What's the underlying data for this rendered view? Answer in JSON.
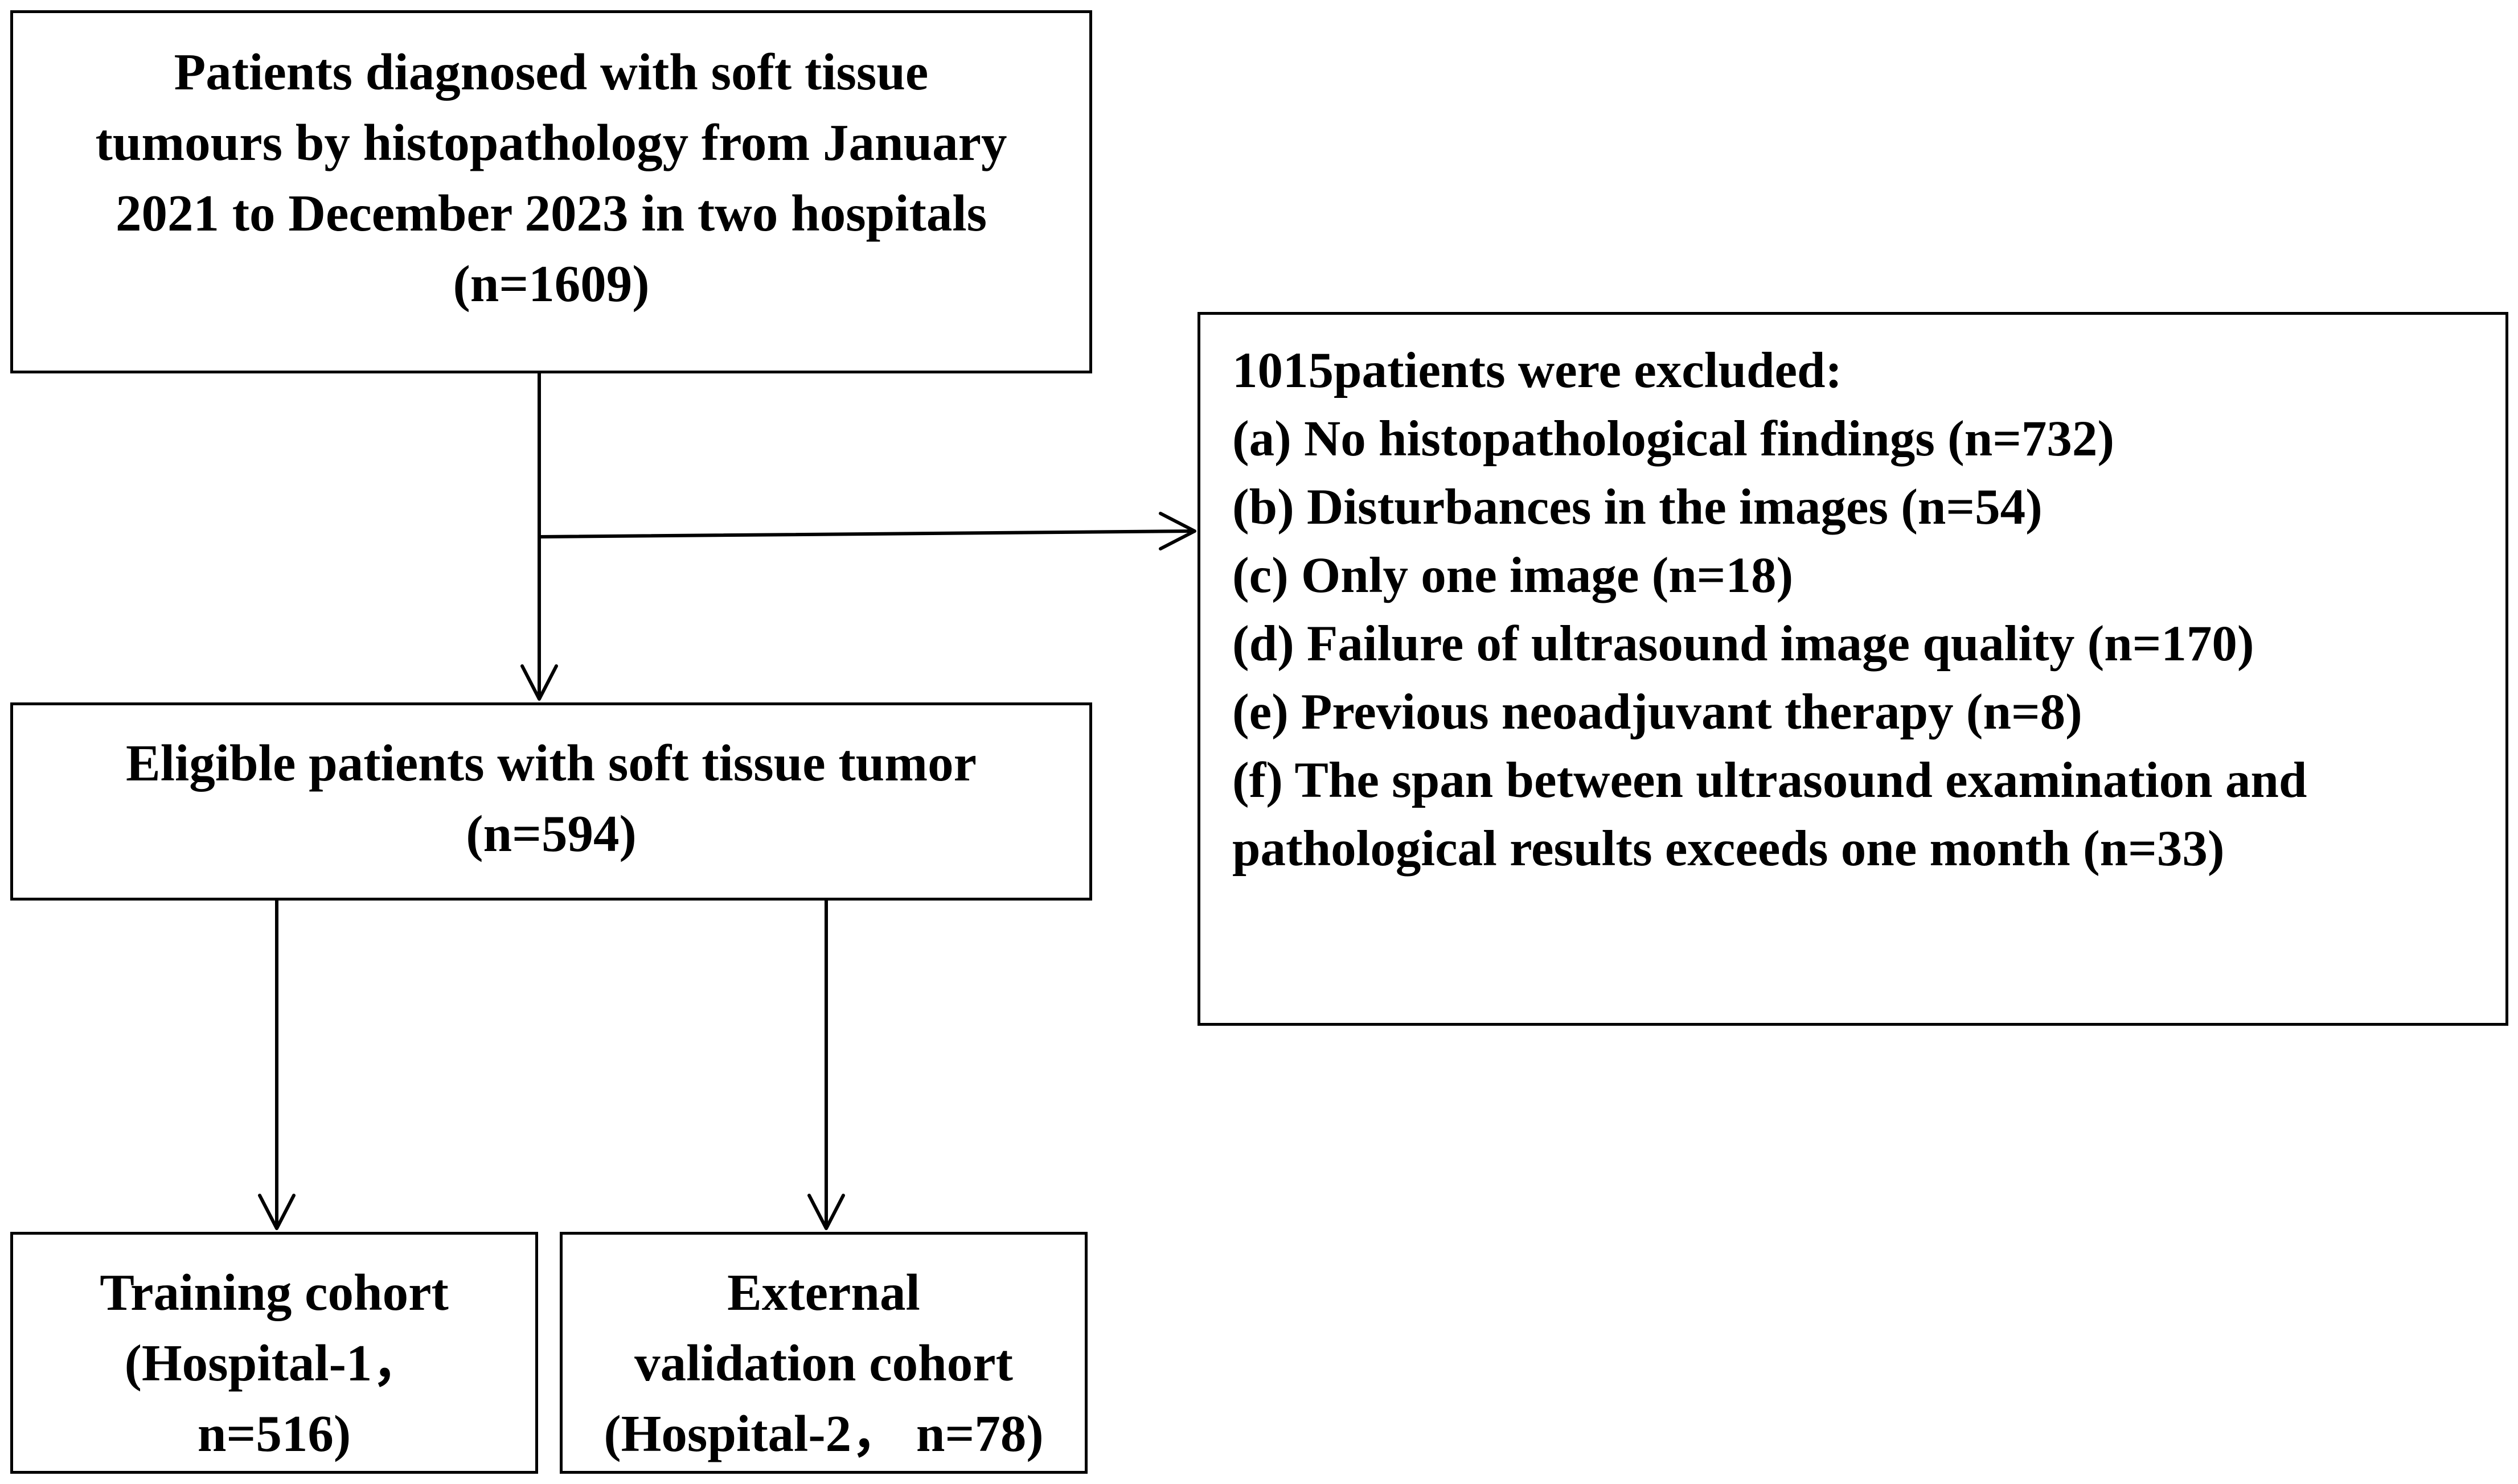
{
  "top_box": {
    "lines": [
      "Patients diagnosed with soft tissue",
      "tumours by histopathology from January",
      "2021 to December 2023 in two hospitals",
      "(n=1609)"
    ]
  },
  "excluded_box": {
    "lines": [
      "1015patients were excluded:",
      "(a) No histopathological findings (n=732)",
      "(b) Disturbances in the images (n=54)",
      "(c) Only one image (n=18)",
      "(d) Failure of ultrasound image quality (n=170)",
      "(e) Previous neoadjuvant therapy (n=8)",
      "(f) The span between ultrasound examination and",
      "pathological results exceeds one month (n=33)"
    ]
  },
  "eligible_box": {
    "lines": [
      "Eligible patients with soft tissue tumor",
      "(n=594)"
    ]
  },
  "training_box": {
    "lines": [
      "Training cohort",
      "(Hospital-1，",
      "n=516)"
    ]
  },
  "validation_box": {
    "lines": [
      "External",
      "validation cohort",
      "(Hospital-2， n=78)"
    ]
  }
}
